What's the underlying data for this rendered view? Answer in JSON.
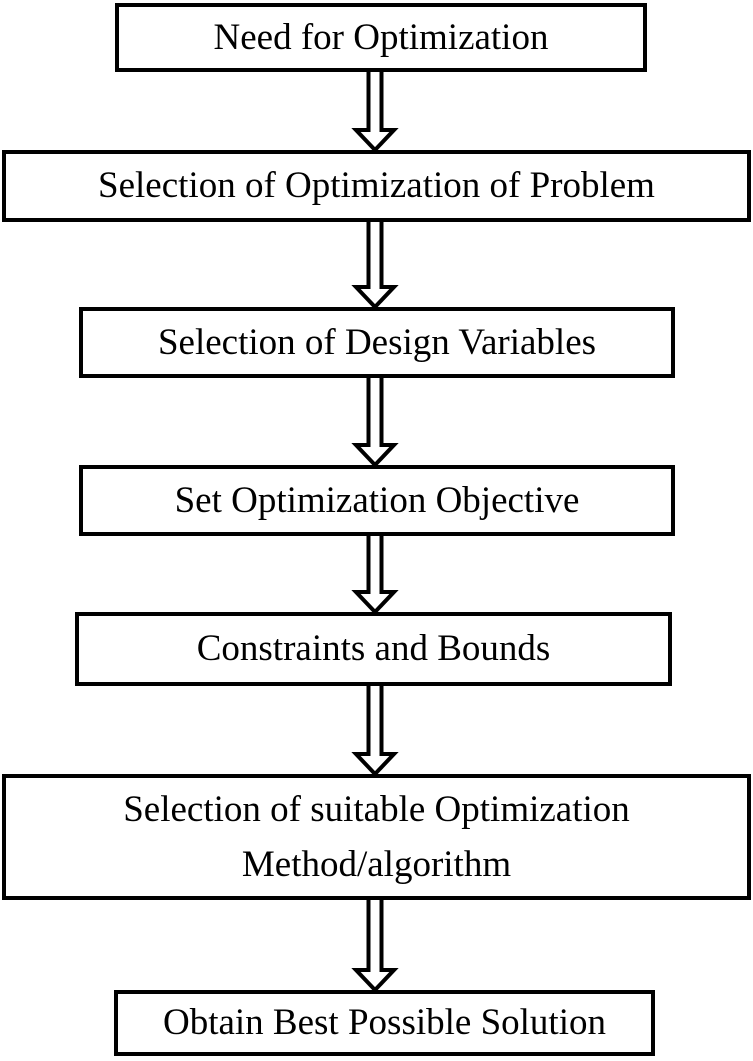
{
  "diagram": {
    "type": "flowchart",
    "direction": "top-down",
    "connector_style": "hollow-double-line-down-arrow",
    "colors": {
      "background": "#ffffff",
      "box_fill": "#ffffff",
      "box_border": "#000000",
      "text": "#000000",
      "arrow_outline": "#000000",
      "arrow_fill": "#ffffff"
    },
    "steps": [
      {
        "label": "Need for Optimization"
      },
      {
        "label": "Selection of Optimization of Problem"
      },
      {
        "label": "Selection of Design Variables"
      },
      {
        "label": "Set Optimization Objective"
      },
      {
        "label": "Constraints and Bounds"
      },
      {
        "label": "Selection of suitable Optimization Method/algorithm"
      },
      {
        "label": "Obtain Best Possible Solution"
      }
    ]
  }
}
